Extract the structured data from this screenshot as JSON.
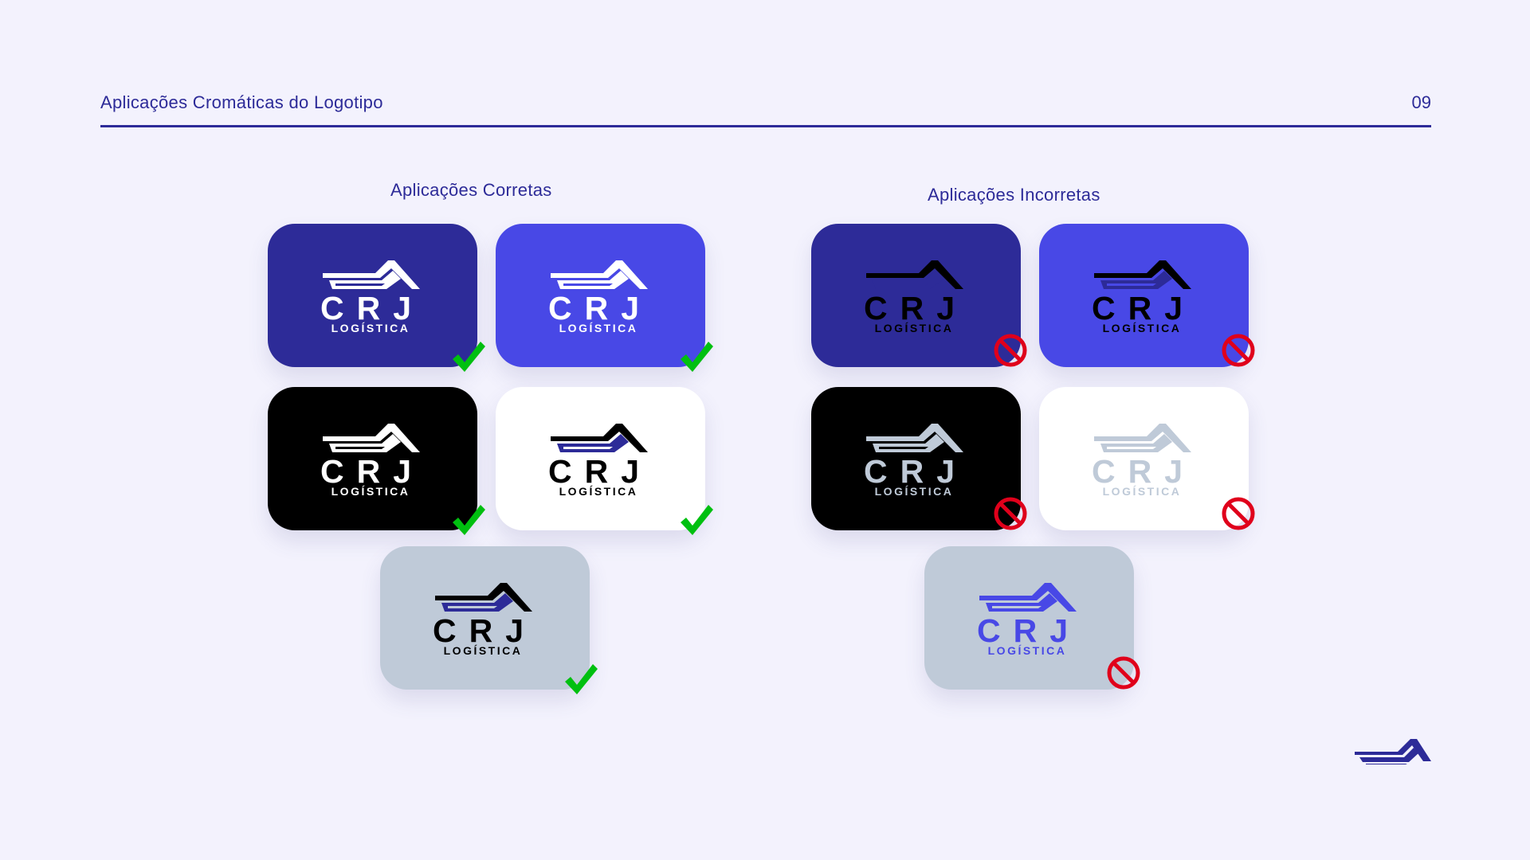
{
  "header": {
    "title": "Aplicações Cromáticas do Logotipo",
    "page_number": "09"
  },
  "sections": {
    "correct": {
      "title": "Aplicações Corretas"
    },
    "incorrect": {
      "title": "Aplicações Incorretas"
    }
  },
  "logo": {
    "wordmark": "CRJ",
    "subword": "LOGÍSTICA"
  },
  "colors": {
    "page_background": "#F3F2FD",
    "text_primary": "#2D2B98",
    "navy": "#2D2B98",
    "royal_blue": "#4848E6",
    "black": "#000000",
    "white": "#FFFFFF",
    "light_gray_blue": "#BFCAD8",
    "check_green": "#00C010",
    "prohibited_red": "#E0001B"
  },
  "icons": {
    "correct": "check-mark-icon",
    "incorrect": "prohibited-icon",
    "corner": "roof-stripes-icon"
  },
  "cards": {
    "correct": [
      {
        "background": "#2D2B98",
        "roof_fill": "#FFFFFF",
        "roof_accent": "#FFFFFF",
        "text_fill": "#FFFFFF"
      },
      {
        "background": "#4848E6",
        "roof_fill": "#FFFFFF",
        "roof_accent": "#FFFFFF",
        "text_fill": "#FFFFFF"
      },
      {
        "background": "#000000",
        "roof_fill": "#FFFFFF",
        "roof_accent": "#FFFFFF",
        "text_fill": "#FFFFFF"
      },
      {
        "background": "#FFFFFF",
        "roof_fill": "#000000",
        "roof_accent": "#2D2B98",
        "text_fill": "#000000"
      },
      {
        "background": "#BFCAD8",
        "roof_fill": "#000000",
        "roof_accent": "#2D2B98",
        "text_fill": "#000000"
      }
    ],
    "incorrect": [
      {
        "background": "#2D2B98",
        "roof_fill": "#000000",
        "roof_accent": "#2D2B98",
        "text_fill": "#000000"
      },
      {
        "background": "#4848E6",
        "roof_fill": "#000000",
        "roof_accent": "#2D2B98",
        "text_fill": "#000000"
      },
      {
        "background": "#000000",
        "roof_fill": "#BFCAD8",
        "roof_accent": "#BFCAD8",
        "text_fill": "#BFCAD8"
      },
      {
        "background": "#FFFFFF",
        "roof_fill": "#BFCAD8",
        "roof_accent": "#BFCAD8",
        "text_fill": "#BFCAD8"
      },
      {
        "background": "#BFCAD8",
        "roof_fill": "#4848E6",
        "roof_accent": "#4848E6",
        "text_fill": "#4848E6"
      }
    ]
  }
}
